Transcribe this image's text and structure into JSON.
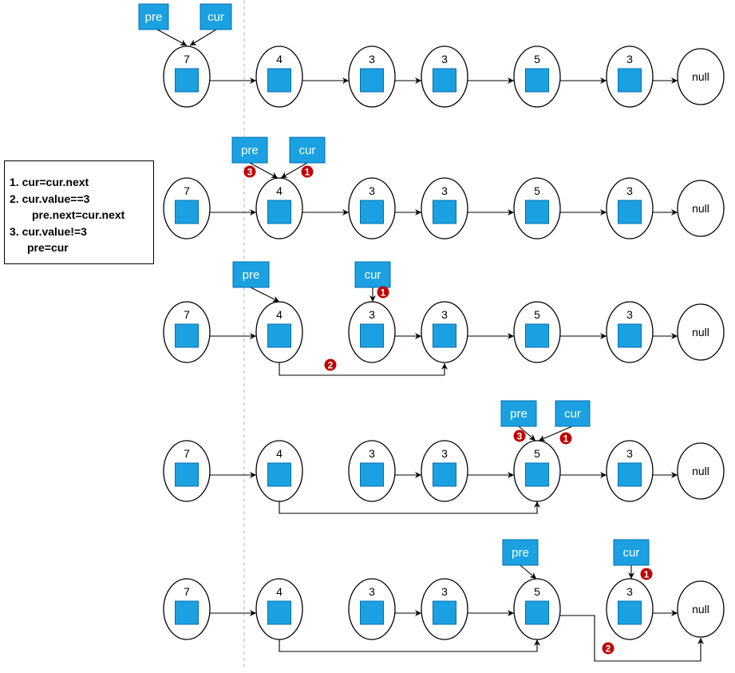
{
  "legend": {
    "lines": [
      "1. cur=cur.next",
      "2. cur.value==3",
      "pre.next=cur.next",
      "3. cur.value!=3",
      "pre=cur"
    ]
  },
  "labels": {
    "pre": "pre",
    "cur": "cur",
    "null": "null",
    "step1": "1",
    "step2": "2",
    "step3": "3"
  },
  "list_values": [
    "7",
    "4",
    "3",
    "3",
    "5",
    "3"
  ],
  "colors": {
    "node_fill": "#1BA1E2",
    "node_stroke": "#006EAF",
    "badge": "#C00000",
    "guide": "#B3B3B3"
  }
}
